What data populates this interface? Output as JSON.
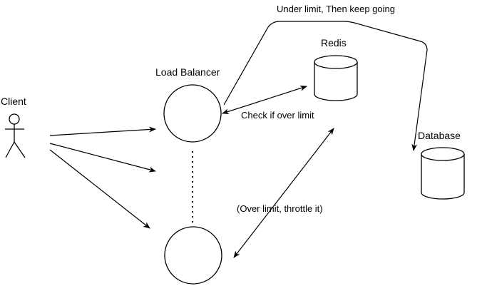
{
  "labels": {
    "client": "Client",
    "load_balancer": "Load Balancer",
    "redis": "Redis",
    "database": "Database",
    "check_limit": "Check if over limit",
    "over_limit": "(Over limit, throttle it)",
    "under_limit": "Under limit, Then keep going"
  },
  "colors": {
    "stroke": "#000000",
    "background": "#ffffff",
    "text": "#000000"
  },
  "icons": {
    "client": "stick-figure-icon",
    "redis": "cylinder-icon",
    "database": "cylinder-icon"
  }
}
